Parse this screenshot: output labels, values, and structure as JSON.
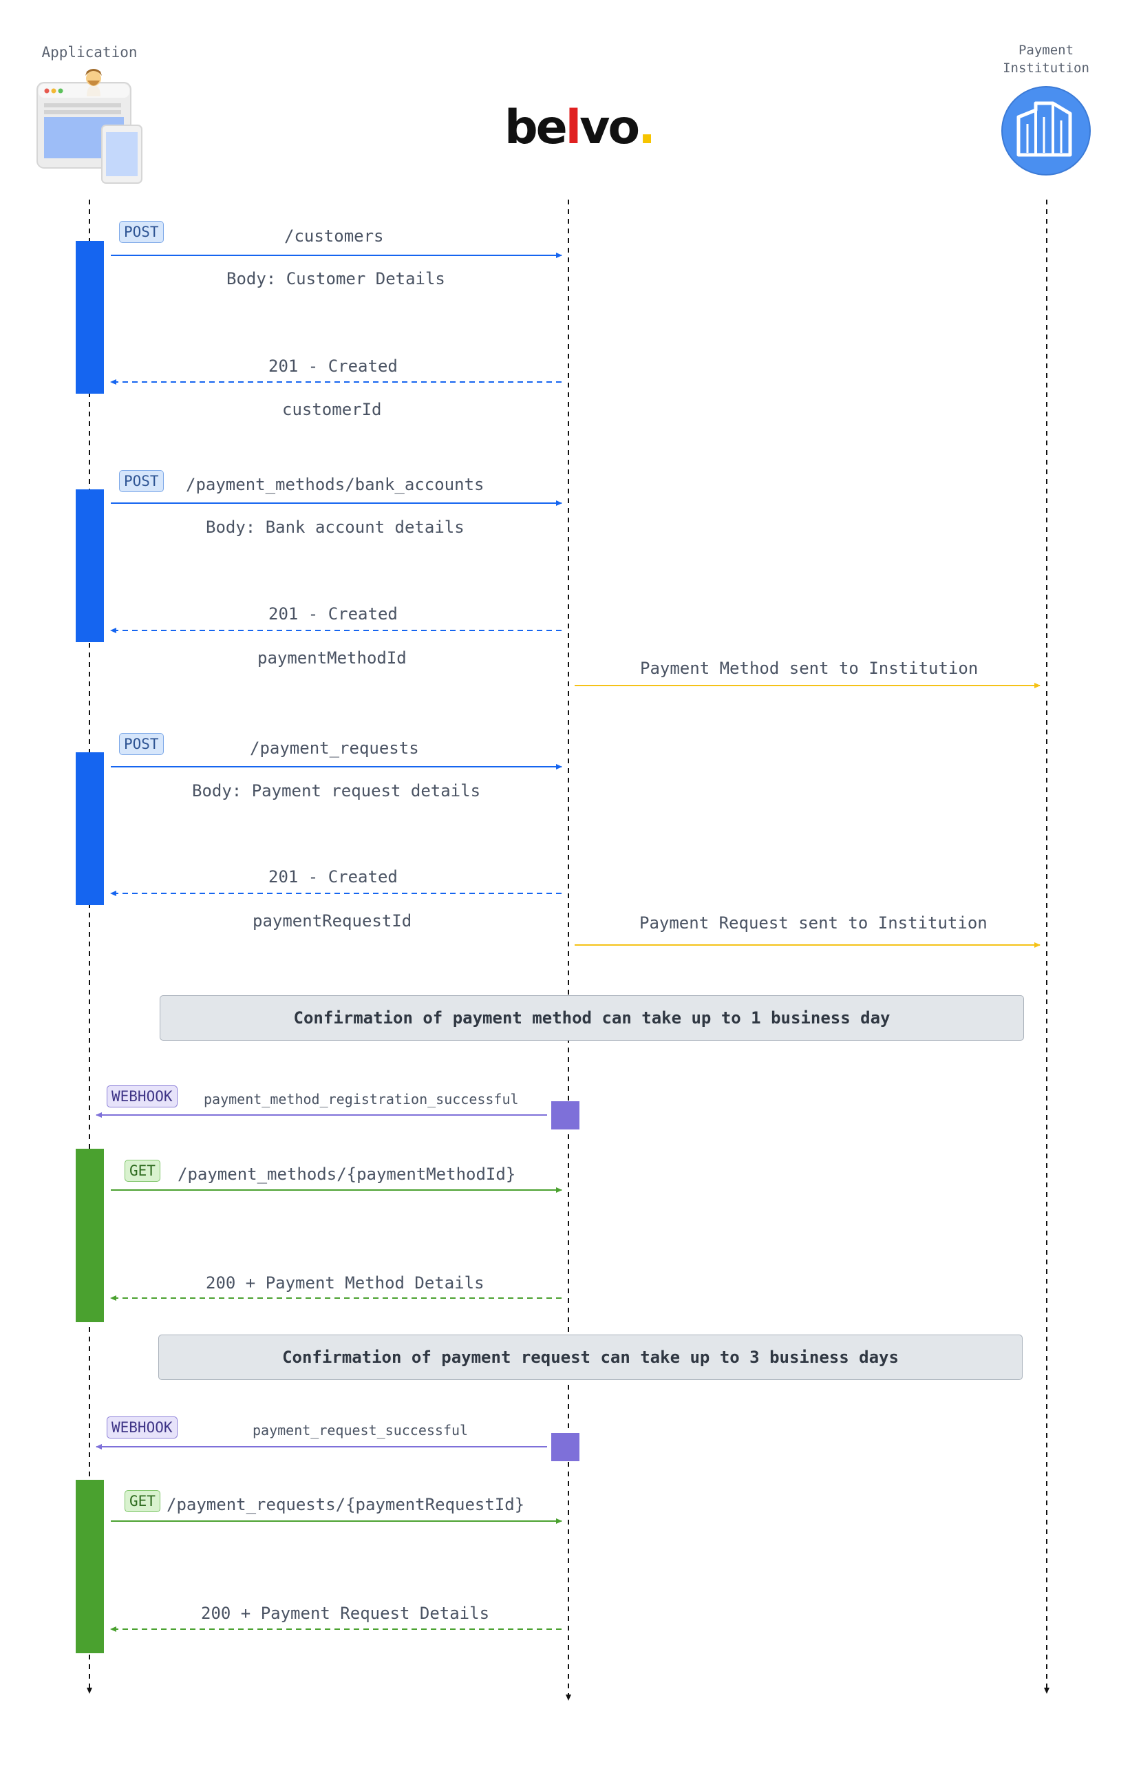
{
  "actors": {
    "application": "Application",
    "belvo": {
      "b": "be",
      "l": "l",
      "v": "vo",
      "dot": "."
    },
    "institution_line1": "Payment",
    "institution_line2": "Institution"
  },
  "colors": {
    "post": "#1565f0",
    "get": "#4aa12f",
    "webhook": "#7e70d9",
    "institution": "#f5c217"
  },
  "steps": {
    "s1": {
      "method": "POST",
      "path": "/customers",
      "body": "Body: Customer Details",
      "response": "201 - Created",
      "returns": "customerId"
    },
    "s2": {
      "method": "POST",
      "path": "/payment_methods/bank_accounts",
      "body": "Body: Bank account details",
      "response": "201 - Created",
      "returns": "paymentMethodId",
      "institution_msg": "Payment Method sent to Institution"
    },
    "s3": {
      "method": "POST",
      "path": "/payment_requests",
      "body": "Body: Payment request details",
      "response": "201 - Created",
      "returns": "paymentRequestId",
      "institution_msg": "Payment Request sent to Institution"
    },
    "note1": "Confirmation of payment method can take up to 1 business day",
    "w1": {
      "type": "WEBHOOK",
      "event": "payment_method_registration_successful"
    },
    "g1": {
      "method": "GET",
      "path": "/payment_methods/{paymentMethodId}",
      "response": "200 + Payment Method Details"
    },
    "note2": "Confirmation of payment request can take up to 3 business days",
    "w2": {
      "type": "WEBHOOK",
      "event": "payment_request_successful"
    },
    "g2": {
      "method": "GET",
      "path": "/payment_requests/{paymentRequestId}",
      "response": "200 + Payment Request Details"
    }
  }
}
